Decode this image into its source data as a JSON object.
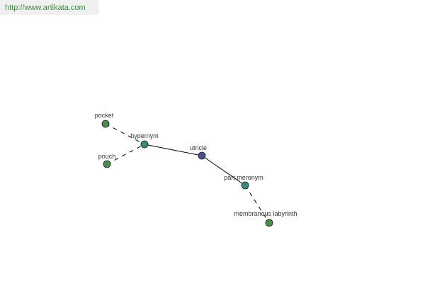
{
  "site": {
    "url": "http://www.artikata.com"
  },
  "colors": {
    "url_text": "#3d8a3d",
    "url_bg": "#f0f0f0",
    "leaf_node": "#4f8a4f",
    "relation_node": "#3f8a80",
    "center_node": "#4a4f8e",
    "edge": "#000000"
  },
  "graph": {
    "nodes": [
      {
        "id": "pocket",
        "label": "pocket",
        "kind": "leaf"
      },
      {
        "id": "pouch",
        "label": "pouch",
        "kind": "leaf"
      },
      {
        "id": "hypernym",
        "label": "hypernym",
        "kind": "relation"
      },
      {
        "id": "utricle",
        "label": "utricle",
        "kind": "center"
      },
      {
        "id": "part-meronym",
        "label": "part meronym",
        "kind": "relation"
      },
      {
        "id": "membranous-labyrinth",
        "label": "membranous labyrinth",
        "kind": "leaf"
      }
    ],
    "edges": [
      {
        "from": "pocket",
        "to": "hypernym",
        "style": "dashed"
      },
      {
        "from": "pouch",
        "to": "hypernym",
        "style": "dashed"
      },
      {
        "from": "hypernym",
        "to": "utricle",
        "style": "solid"
      },
      {
        "from": "utricle",
        "to": "part-meronym",
        "style": "solid"
      },
      {
        "from": "part-meronym",
        "to": "membranous-labyrinth",
        "style": "dashed"
      }
    ]
  }
}
